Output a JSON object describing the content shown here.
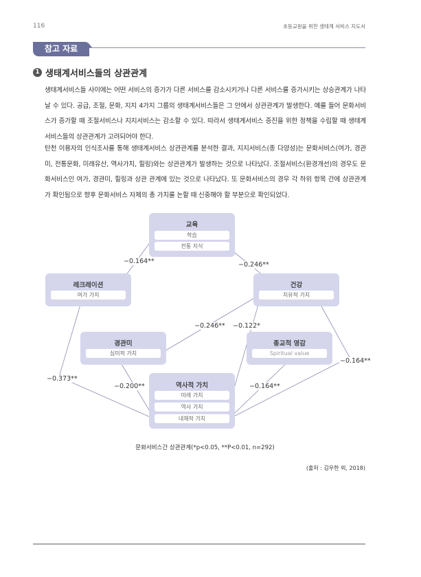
{
  "header": {
    "page_number": "116",
    "running_title": "초등교원을 위한 생태계 서비스 지도서"
  },
  "section_tag": "참고 자료",
  "section": {
    "number": "1",
    "title": "생태계서비스들의 상관관계"
  },
  "paragraphs": [
    "생태계서비스들 사이에는 어떤 서비스의 증가가 다른 서비스를 감소시키거나 다른 서비스를 증가시키는 상승관계가 나타날 수 있다. 공급, 조절, 문화, 지지 4가지 그룹의 생태계서비스들은 그 안에서 상관관계가 발생한다. 예를 들어 문화서비스가 증가할 때 조절서비스나 지지서비스는 감소할 수 있다. 따라서 생태계서비스 증진을 위한 정책을 수립할 때 생태계서비스들의 상관관계가 고려되어야 한다.",
    "탄천 이용자의 인식조사를 통해 생태계서비스 상관관계를 분석한 결과, 지지서비스(종 다양성)는 문화서비스(여가, 경관미, 전통문화, 미래유산, 역사가치, 힐링)와는 상관관계가 발생하는 것으로 나타났다. 조절서비스(환경개선)의 경우도 문화서비스인 여가, 경관미, 힐링과 상관 관계에 있는 것으로 나타났다. 또 문화서비스의 경우 각 하위 항목 간에 상관관계가 확인됨으로 향후 문화서비스 자체의 총 가치를 논할 때 신중해야 할 부분으로 확인되었다."
  ],
  "diagram": {
    "nodes": {
      "education": {
        "title": "교육",
        "items": [
          "학습",
          "전통 지식"
        ]
      },
      "recreation": {
        "title": "레크레이션",
        "items": [
          "여가 가치"
        ]
      },
      "health": {
        "title": "건강",
        "items": [
          "치유적 가치"
        ]
      },
      "scenery": {
        "title": "경관미",
        "items": [
          "심미적 가치"
        ]
      },
      "spiritual": {
        "title": "종교적 영감",
        "items": [
          "Spiritual value"
        ]
      },
      "history": {
        "title": "역사적 가치",
        "items": [
          "미래 가치",
          "역사 가치",
          "내재적 가치"
        ]
      }
    },
    "correlations": {
      "learning_leisure": "−0.164**",
      "tradition_healing": "−0.246**",
      "leisure_intrinsic": "−0.373**",
      "aesthetic_healing": "−0.246**",
      "healing_history": "−0.122*",
      "aesthetic_intrinsic": "−0.200**",
      "spiritual_intrinsic": "−0.164**",
      "healing_intrinsic": "−0.164**"
    },
    "line_color": "#8a8cb0",
    "node_color": "#d5d6ec"
  },
  "caption": "문화서비스간 상관관계(*p<0.05, **P<0.01, n=292)",
  "source": "(출처 : 김우한 외, 2018)"
}
